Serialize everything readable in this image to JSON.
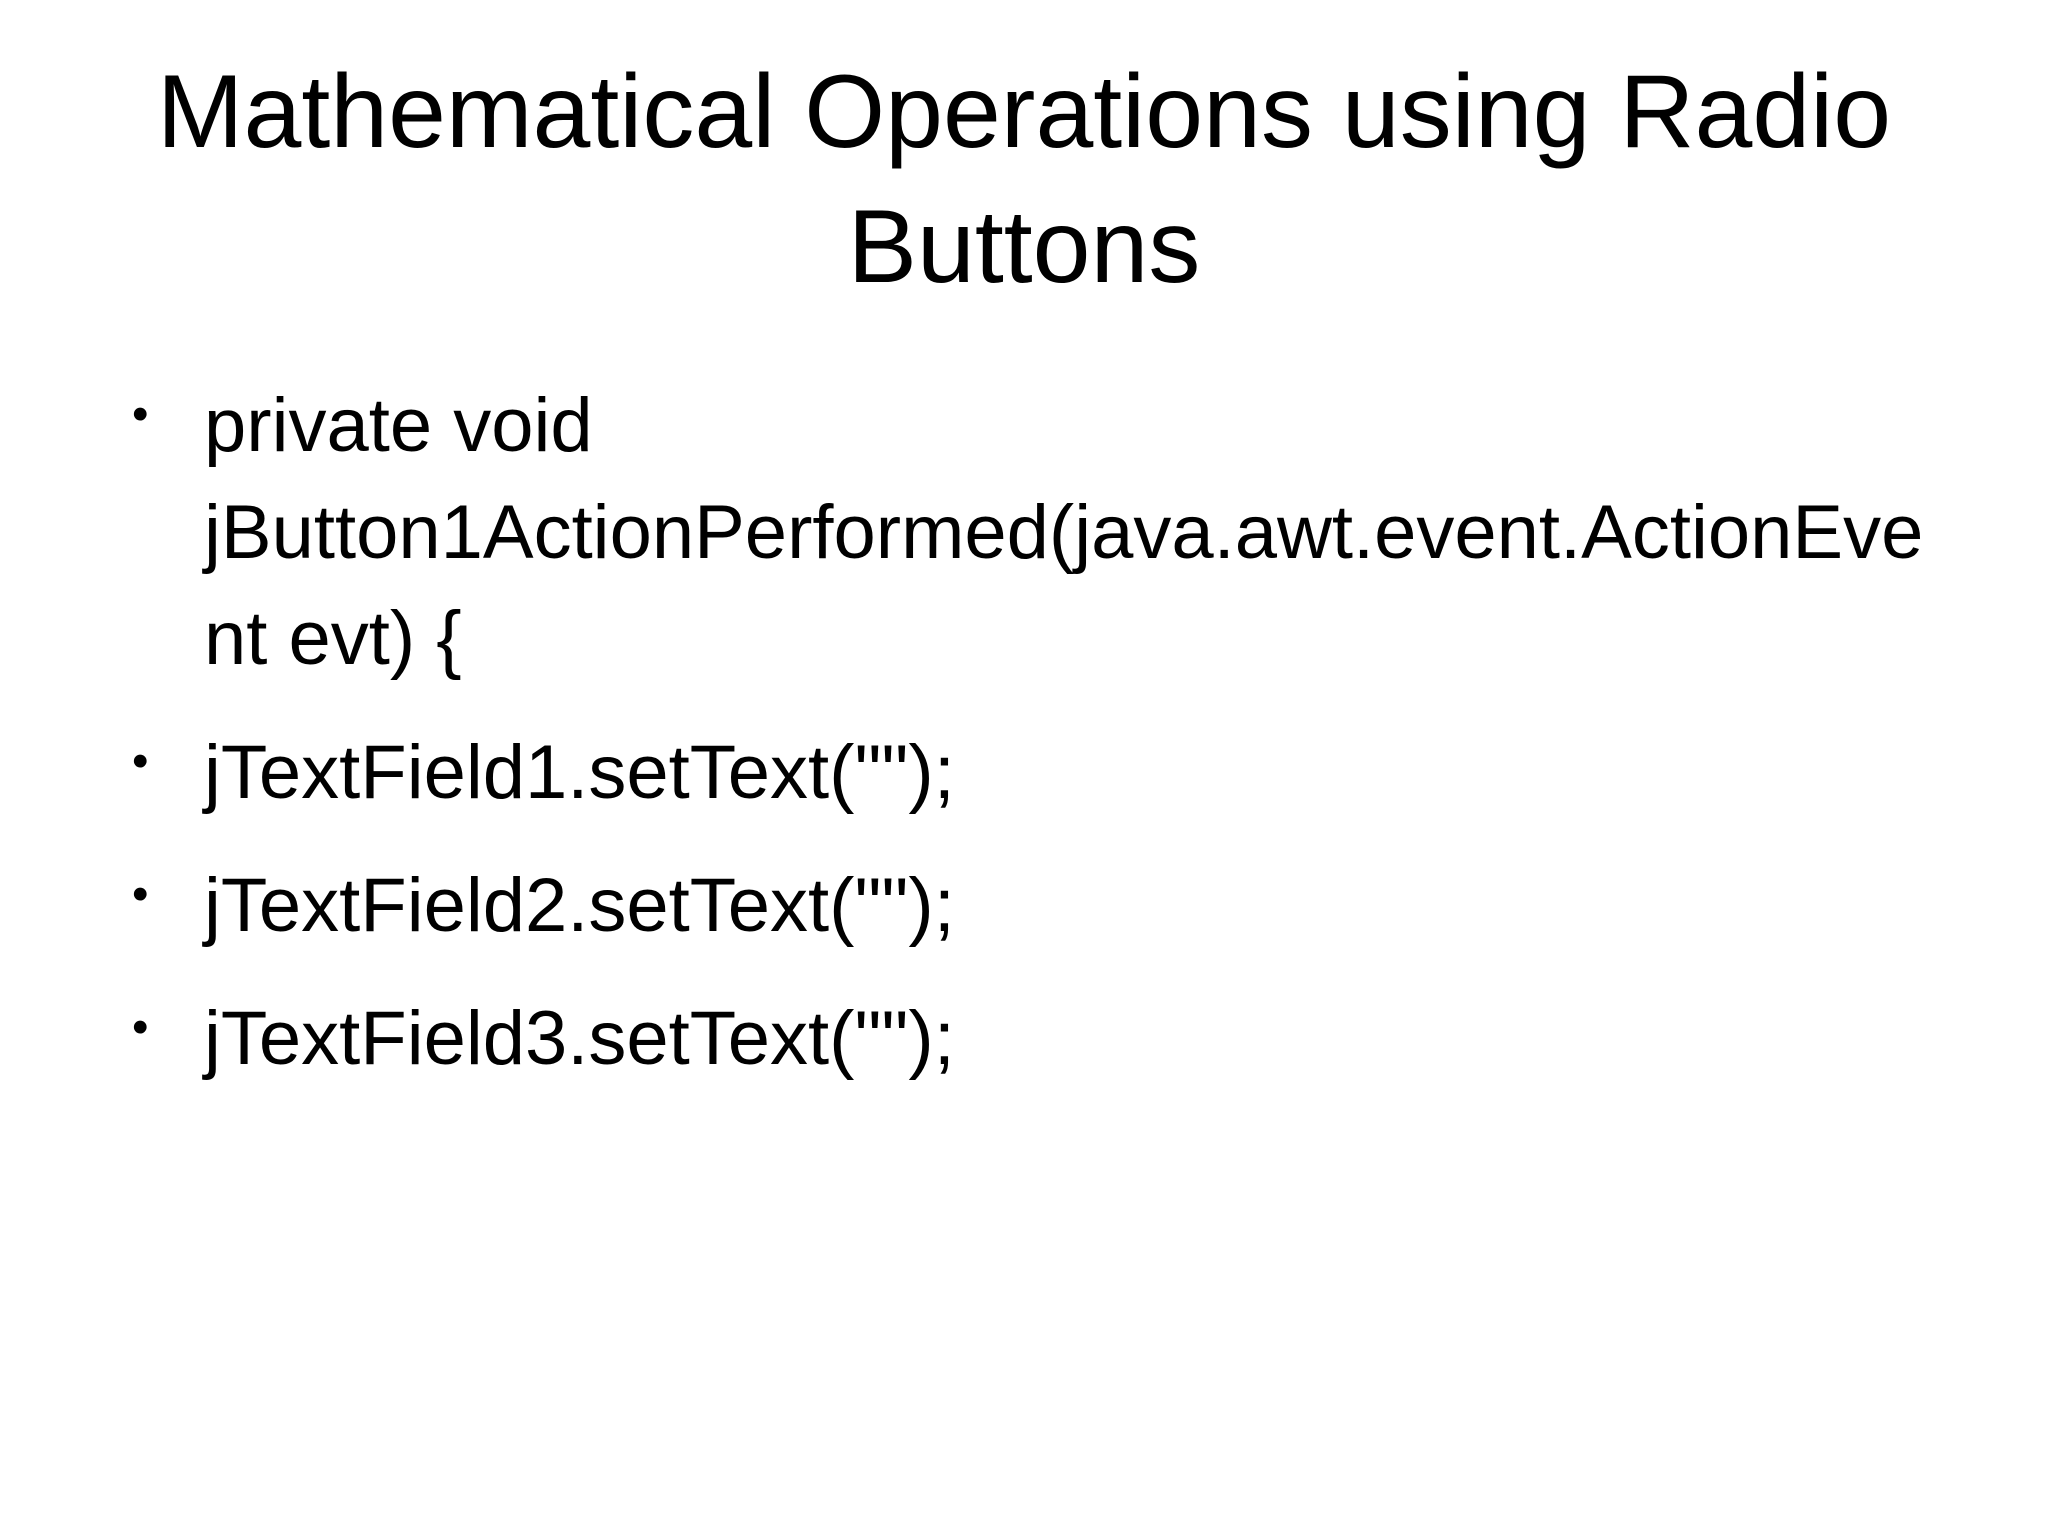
{
  "slide": {
    "title": "Mathematical Operations using Radio Buttons",
    "bullet_marker": "•",
    "bullets": [
      "private void jButton1ActionPerformed(java.awt.event.ActionEvent evt) {",
      "jTextField1.setText(\"\");",
      "jTextField2.setText(\"\");",
      "jTextField3.setText(\"\");"
    ],
    "colors": {
      "background": "#ffffff",
      "text": "#000000"
    }
  }
}
